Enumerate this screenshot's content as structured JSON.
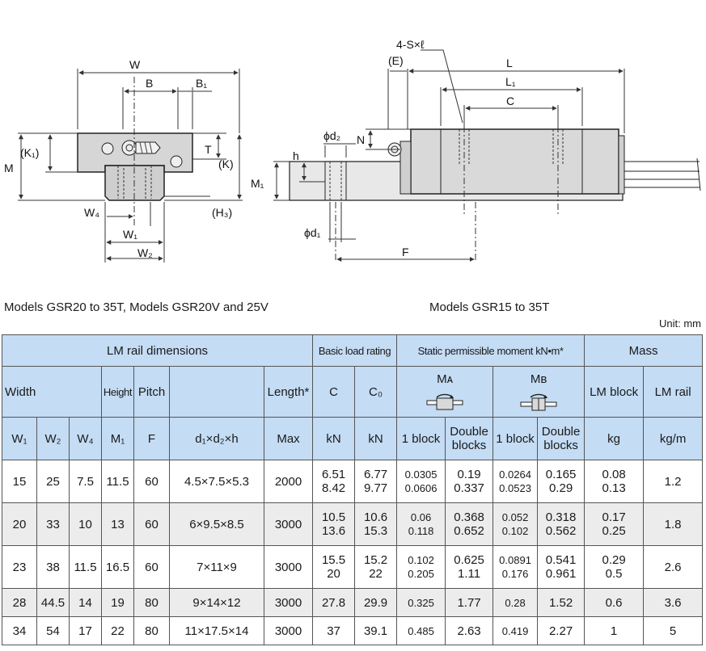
{
  "drawing_labels": {
    "W": "W",
    "B": "B",
    "B1": "B₁",
    "K1": "(K₁)",
    "M": "M",
    "T": "T",
    "K": "(K)",
    "W4": "W₄",
    "H3": "(H₃)",
    "W1": "W₁",
    "W2": "W₂",
    "S": "4-S×ℓ",
    "E": "(E)",
    "L": "L",
    "L1": "L₁",
    "C": "C",
    "d2": "ϕd₂",
    "N": "N",
    "h": "h",
    "M1": "M₁",
    "d1": "ϕd₁",
    "F": "F"
  },
  "captions": {
    "left": "Models GSR20 to 35T, Models GSR20V and 25V",
    "right": "Models GSR15 to 35T",
    "unit": "Unit: mm"
  },
  "header": {
    "group_lm_rail": "LM rail dimensions",
    "group_basic_load": "Basic load rating",
    "group_moment": "Static permissible moment kN•m*",
    "group_mass": "Mass",
    "width": "Width",
    "height": "Height",
    "pitch": "Pitch",
    "length": "Length*",
    "c": "C",
    "c0": "C₀",
    "ma": "Mᴀ",
    "mb": "Mʙ",
    "lm_block": "LM block",
    "lm_rail": "LM rail",
    "sym_w1": "W₁",
    "sym_w2": "W₂",
    "sym_w4": "W₄",
    "sym_m1": "M₁",
    "sym_f": "F",
    "sym_d": "d₁×d₂×h",
    "sym_max": "Max",
    "unit_kn1": "kN",
    "unit_kn2": "kN",
    "one_block_a": "1 block",
    "double_a": "Double blocks",
    "one_block_b": "1 block",
    "double_b": "Double blocks",
    "unit_kg": "kg",
    "unit_kgm": "kg/m"
  },
  "rows": [
    {
      "w1": "15",
      "w2": "25",
      "w4": "7.5",
      "m1": "11.5",
      "f": "60",
      "d": "4.5×7.5×5.3",
      "len": "2000",
      "c": [
        "6.51",
        "8.42"
      ],
      "c0": [
        "6.77",
        "9.77"
      ],
      "ma1": [
        "0.0305",
        "0.0606"
      ],
      "ma2": [
        "0.19",
        "0.337"
      ],
      "mb1": [
        "0.0264",
        "0.0523"
      ],
      "mb2": [
        "0.165",
        "0.29"
      ],
      "block": [
        "0.08",
        "0.13"
      ],
      "rail": "1.2"
    },
    {
      "w1": "20",
      "w2": "33",
      "w4": "10",
      "m1": "13",
      "f": "60",
      "d": "6×9.5×8.5",
      "len": "3000",
      "c": [
        "10.5",
        "13.6"
      ],
      "c0": [
        "10.6",
        "15.3"
      ],
      "ma1": [
        "0.06",
        "0.118"
      ],
      "ma2": [
        "0.368",
        "0.652"
      ],
      "mb1": [
        "0.052",
        "0.102"
      ],
      "mb2": [
        "0.318",
        "0.562"
      ],
      "block": [
        "0.17",
        "0.25"
      ],
      "rail": "1.8"
    },
    {
      "w1": "23",
      "w2": "38",
      "w4": "11.5",
      "m1": "16.5",
      "f": "60",
      "d": "7×11×9",
      "len": "3000",
      "c": [
        "15.5",
        "20"
      ],
      "c0": [
        "15.2",
        "22"
      ],
      "ma1": [
        "0.102",
        "0.205"
      ],
      "ma2": [
        "0.625",
        "1.11"
      ],
      "mb1": [
        "0.0891",
        "0.176"
      ],
      "mb2": [
        "0.541",
        "0.961"
      ],
      "block": [
        "0.29",
        "0.5"
      ],
      "rail": "2.6"
    },
    {
      "w1": "28",
      "w2": "44.5",
      "w4": "14",
      "m1": "19",
      "f": "80",
      "d": "9×14×12",
      "len": "3000",
      "c": [
        "27.8"
      ],
      "c0": [
        "29.9"
      ],
      "ma1": [
        "0.325"
      ],
      "ma2": [
        "1.77"
      ],
      "mb1": [
        "0.28"
      ],
      "mb2": [
        "1.52"
      ],
      "block": [
        "0.6"
      ],
      "rail": "3.6"
    },
    {
      "w1": "34",
      "w2": "54",
      "w4": "17",
      "m1": "22",
      "f": "80",
      "d": "11×17.5×14",
      "len": "3000",
      "c": [
        "37"
      ],
      "c0": [
        "39.1"
      ],
      "ma1": [
        "0.485"
      ],
      "ma2": [
        "2.63"
      ],
      "mb1": [
        "0.419"
      ],
      "mb2": [
        "2.27"
      ],
      "block": [
        "1"
      ],
      "rail": "5"
    }
  ],
  "colors": {
    "header_bg": "#c4dcf4",
    "row_shade": "#ececec",
    "block_fill": "#d9d9d9",
    "dim_line": "#333333"
  }
}
